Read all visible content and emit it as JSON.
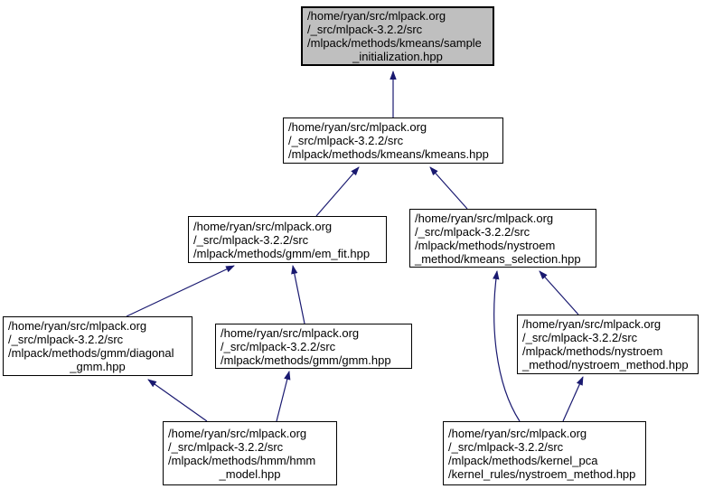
{
  "diagram": {
    "kind": "include-dependency-graph",
    "colors": {
      "edge": "#191970",
      "highlight_fill": "#bfbfbf",
      "node_fill": "#ffffff",
      "border": "#000000"
    },
    "nodes": {
      "sample_initialization": {
        "highlighted": true,
        "lines": [
          "/home/ryan/src/mlpack.org",
          "/_src/mlpack-3.2.2/src",
          "/mlpack/methods/kmeans/sample",
          "_initialization.hpp"
        ]
      },
      "kmeans": {
        "highlighted": false,
        "lines": [
          "/home/ryan/src/mlpack.org",
          "/_src/mlpack-3.2.2/src",
          "/mlpack/methods/kmeans/kmeans.hpp"
        ]
      },
      "em_fit": {
        "highlighted": false,
        "lines": [
          "/home/ryan/src/mlpack.org",
          "/_src/mlpack-3.2.2/src",
          "/mlpack/methods/gmm/em_fit.hpp"
        ]
      },
      "kmeans_selection": {
        "highlighted": false,
        "lines": [
          "/home/ryan/src/mlpack.org",
          "/_src/mlpack-3.2.2/src",
          "/mlpack/methods/nystroem",
          "_method/kmeans_selection.hpp"
        ]
      },
      "diagonal_gmm": {
        "highlighted": false,
        "lines": [
          "/home/ryan/src/mlpack.org",
          "/_src/mlpack-3.2.2/src",
          "/mlpack/methods/gmm/diagonal",
          "_gmm.hpp"
        ]
      },
      "gmm": {
        "highlighted": false,
        "lines": [
          "/home/ryan/src/mlpack.org",
          "/_src/mlpack-3.2.2/src",
          "/mlpack/methods/gmm/gmm.hpp"
        ]
      },
      "nystroem_method": {
        "highlighted": false,
        "lines": [
          "/home/ryan/src/mlpack.org",
          "/_src/mlpack-3.2.2/src",
          "/mlpack/methods/nystroem",
          "_method/nystroem_method.hpp"
        ]
      },
      "hmm_model": {
        "highlighted": false,
        "lines": [
          "/home/ryan/src/mlpack.org",
          "/_src/mlpack-3.2.2/src",
          "/mlpack/methods/hmm/hmm",
          "_model.hpp"
        ]
      },
      "kernel_pca_nystroem_method": {
        "highlighted": false,
        "lines": [
          "/home/ryan/src/mlpack.org",
          "/_src/mlpack-3.2.2/src",
          "/mlpack/methods/kernel_pca",
          "/kernel_rules/nystroem_method.hpp"
        ]
      }
    },
    "edges": [
      {
        "from": "kmeans",
        "to": "sample_initialization"
      },
      {
        "from": "em_fit",
        "to": "kmeans"
      },
      {
        "from": "kmeans_selection",
        "to": "kmeans"
      },
      {
        "from": "diagonal_gmm",
        "to": "em_fit"
      },
      {
        "from": "gmm",
        "to": "em_fit"
      },
      {
        "from": "nystroem_method",
        "to": "kmeans_selection"
      },
      {
        "from": "kernel_pca_nystroem_method",
        "to": "kmeans_selection"
      },
      {
        "from": "kernel_pca_nystroem_method",
        "to": "nystroem_method"
      },
      {
        "from": "hmm_model",
        "to": "diagonal_gmm"
      },
      {
        "from": "hmm_model",
        "to": "gmm"
      }
    ]
  }
}
